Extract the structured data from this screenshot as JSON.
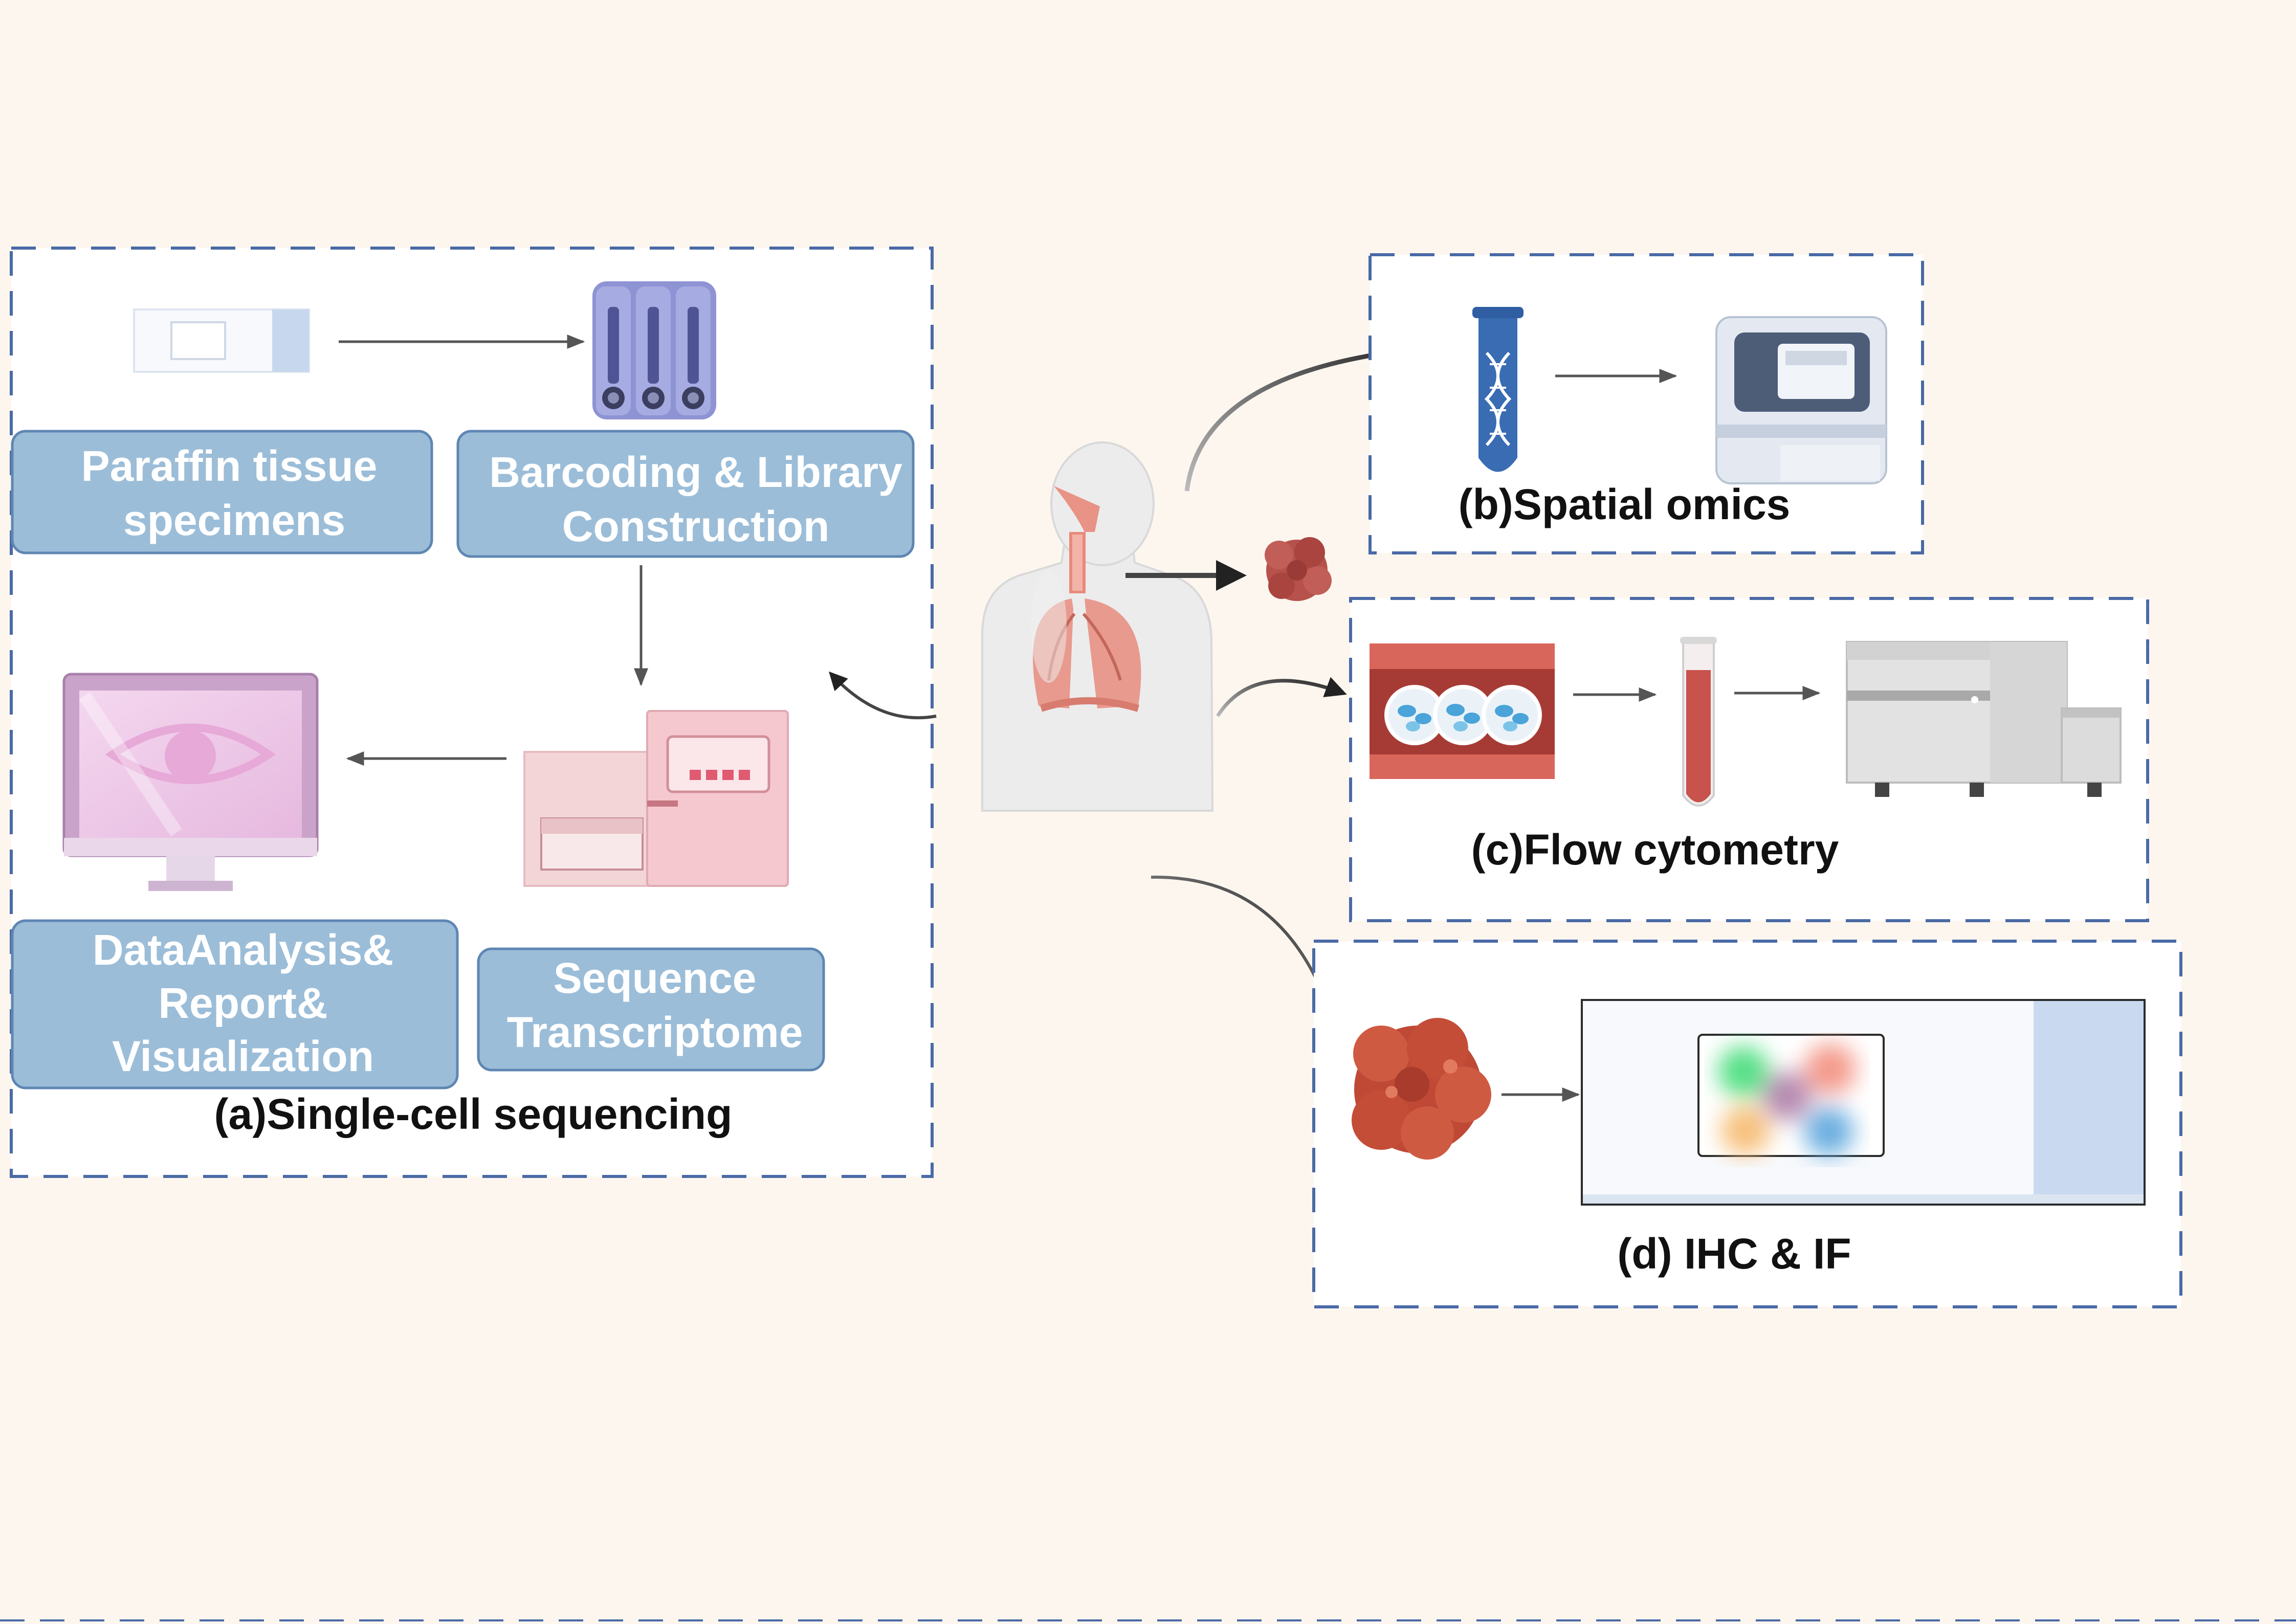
{
  "panels": {
    "a": {
      "caption": "(a)Single-cell sequencing",
      "steps": [
        {
          "lines": [
            "Paraffin tissue",
            "specimens"
          ]
        },
        {
          "lines": [
            "Barcoding & Library",
            "Construction"
          ]
        },
        {
          "lines": [
            "Sequence",
            "Transcriptome"
          ]
        },
        {
          "lines": [
            "DataAnalysis&",
            "Report&",
            "Visualization"
          ]
        }
      ]
    },
    "b": {
      "caption": "(b)Spatial omics"
    },
    "c": {
      "caption": "(c)Flow cytometry"
    },
    "d": {
      "caption": "(d) IHC & IF"
    }
  },
  "colors": {
    "background": "#fdf6ef",
    "dashed_border": "#4a6aa6",
    "step_box_fill": "#9bbdd8",
    "step_box_stroke": "#5f86b3",
    "arrow": "#555555"
  }
}
